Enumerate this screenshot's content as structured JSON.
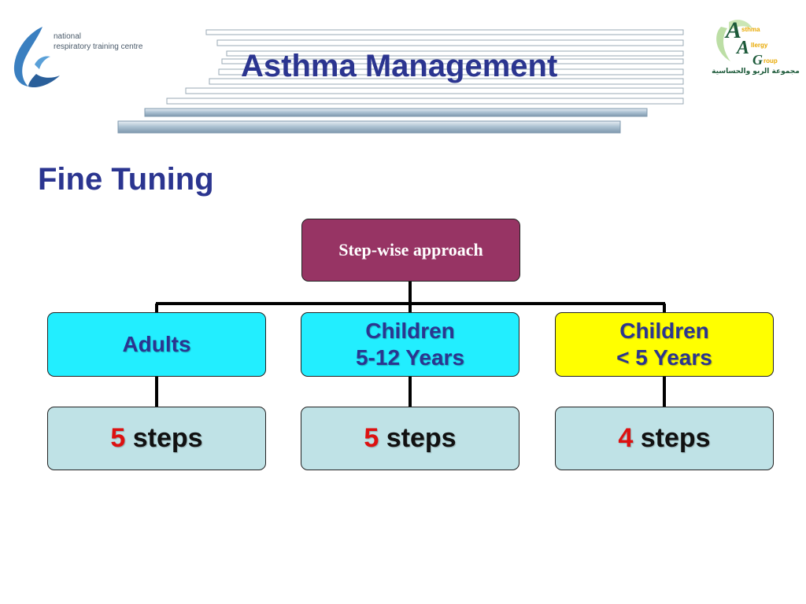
{
  "header": {
    "title": "Asthma Management",
    "left_logo": {
      "lines": [
        "national",
        "respiratory training centre"
      ]
    },
    "right_logo": {
      "letters": [
        "A",
        "A",
        "G"
      ],
      "words": [
        "sthma",
        "llergy",
        "roup"
      ],
      "arabic_text": "مجموعة الربو والحساسية"
    }
  },
  "page": {
    "subtitle": "Fine Tuning"
  },
  "diagram": {
    "root": {
      "label": "Step-wise approach",
      "color": "#973464"
    },
    "categories": [
      {
        "lines": [
          "Adults",
          ""
        ],
        "color": "#22eeff"
      },
      {
        "lines": [
          "Children",
          "5-12 Years"
        ],
        "color": "#22eeff"
      },
      {
        "lines": [
          "Children",
          "< 5 Years"
        ],
        "color": "#ffff00"
      }
    ],
    "leaves": [
      {
        "number": "5",
        "unit": "steps"
      },
      {
        "number": "5",
        "unit": "steps"
      },
      {
        "number": "4",
        "unit": "steps"
      }
    ],
    "colors": {
      "title_blue": "#2b3590",
      "step_number_red": "#dd1111",
      "leaf_fill": "#bfe2e6"
    }
  }
}
